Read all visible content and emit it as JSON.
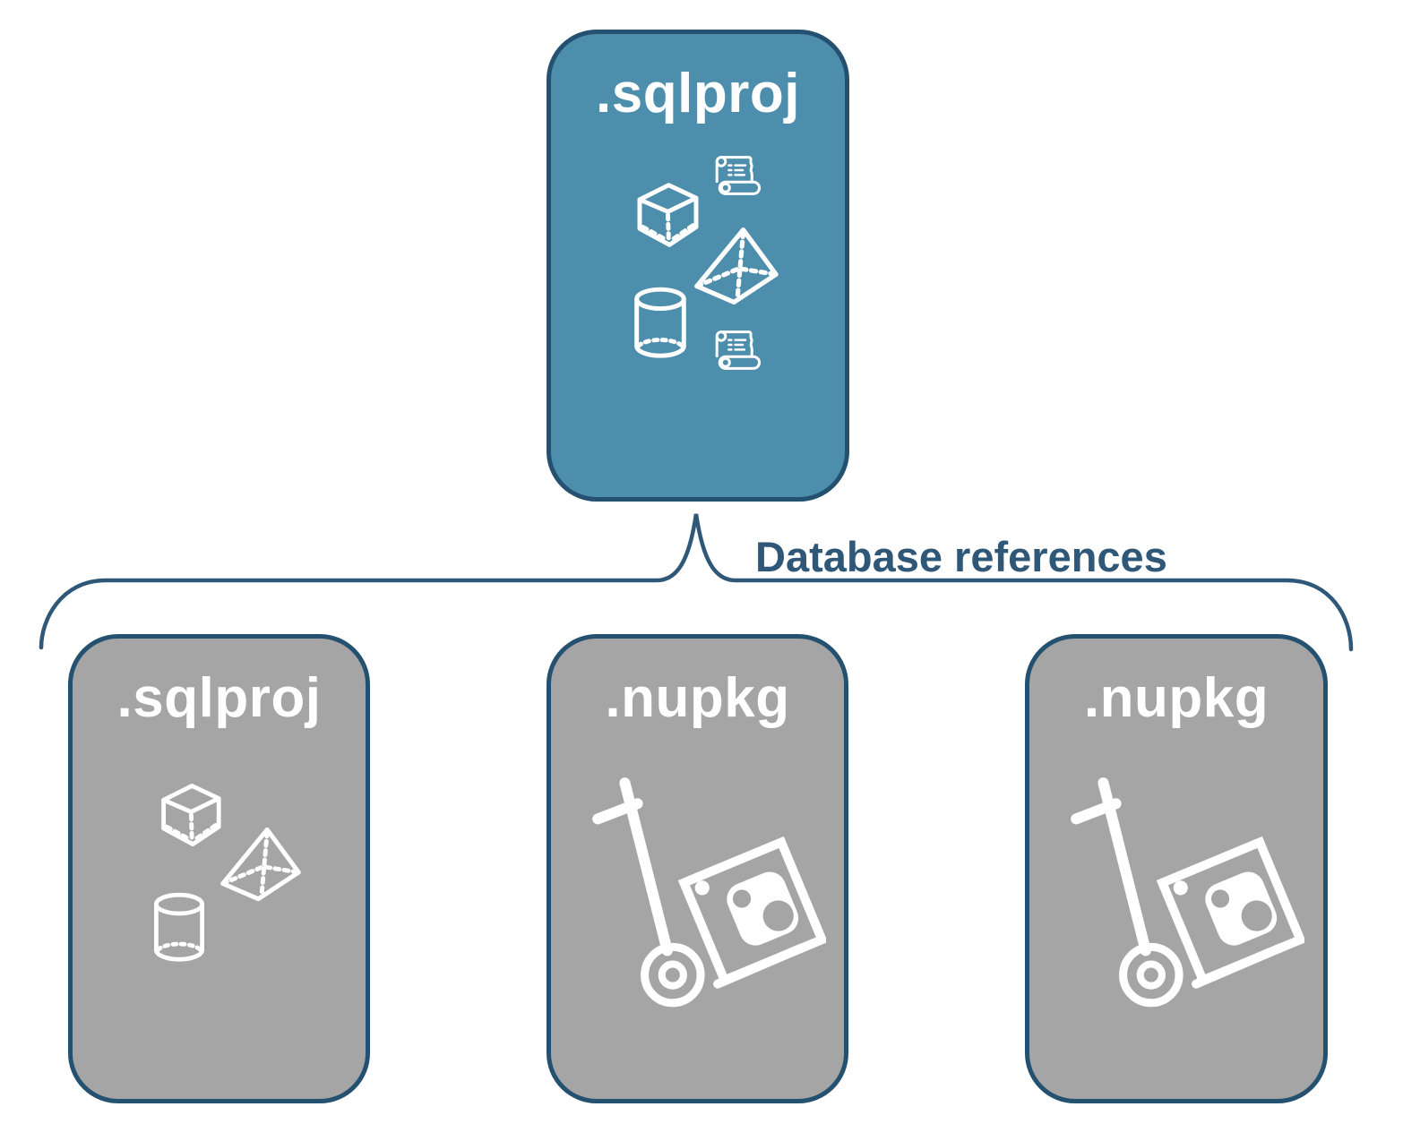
{
  "diagram": {
    "parent": {
      "label": ".sqlproj",
      "icons": [
        "cube-icon",
        "sql-script-scroll-icon",
        "pyramid-icon",
        "database-cylinder-icon",
        "sql-script-scroll-icon"
      ]
    },
    "connector": {
      "label": "Database references",
      "shape": "curly-brace"
    },
    "children": [
      {
        "label": ".sqlproj",
        "icons": [
          "cube-icon",
          "pyramid-icon",
          "database-cylinder-icon"
        ]
      },
      {
        "label": ".nupkg",
        "icons": [
          "nuget-dolly-icon"
        ]
      },
      {
        "label": ".nupkg",
        "icons": [
          "nuget-dolly-icon"
        ]
      }
    ],
    "colors": {
      "parent_fill": "#4d8ead",
      "child_fill": "#a5a5a5",
      "node_outline": "#24516f",
      "connector_stroke": "#2f5878",
      "label_text": "#ffffff",
      "connector_text": "#2f5878",
      "icon_stroke": "#ffffff"
    }
  }
}
